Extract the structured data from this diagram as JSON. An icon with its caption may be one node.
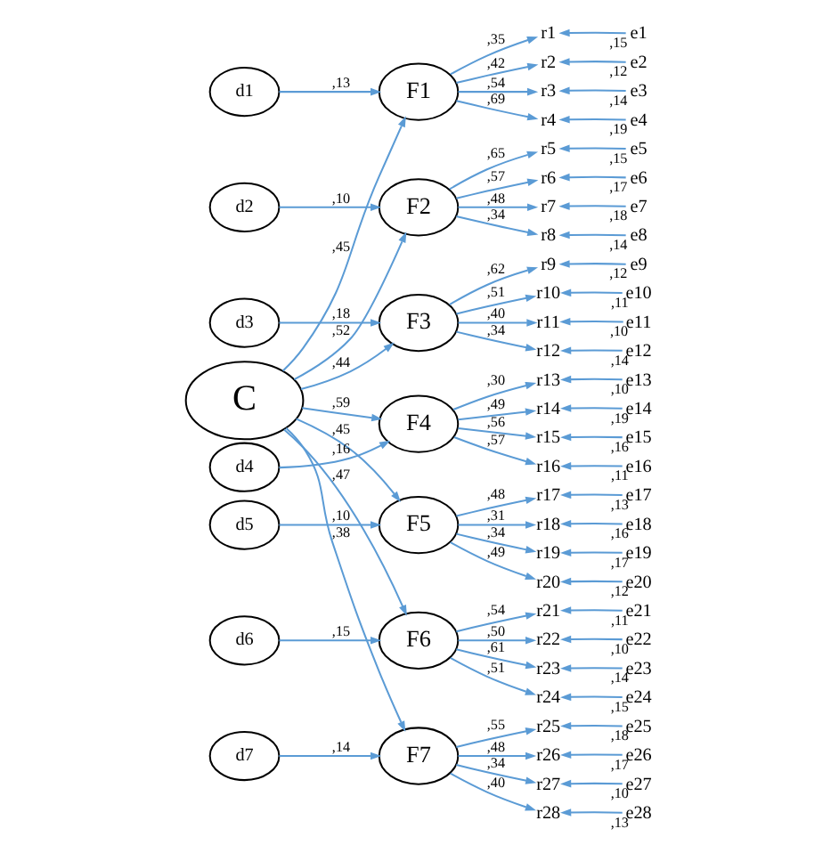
{
  "diagram": {
    "nodes": [
      {
        "text": [
          "C"
        ]
      },
      {
        "text": [
          "F1"
        ]
      },
      {
        "text": [
          "F2"
        ]
      },
      {
        "text": [
          "F3"
        ]
      },
      {
        "text": [
          "F4"
        ]
      },
      {
        "text": [
          "F5"
        ]
      },
      {
        "text": [
          "F6"
        ]
      },
      {
        "text": [
          "F7"
        ]
      },
      {
        "text": [
          "d1"
        ]
      },
      {
        "text": [
          "d2"
        ]
      },
      {
        "text": [
          "d3"
        ]
      },
      {
        "text": [
          "d4"
        ]
      },
      {
        "text": [
          "d5"
        ]
      },
      {
        "text": [
          "d6"
        ]
      },
      {
        "text": [
          "d7"
        ]
      },
      {
        "text": [
          "r1"
        ]
      },
      {
        "text": [
          "r2"
        ]
      },
      {
        "text": [
          "r3"
        ]
      },
      {
        "text": [
          "r4"
        ]
      },
      {
        "text": [
          "r5"
        ]
      },
      {
        "text": [
          "r6"
        ]
      },
      {
        "text": [
          "r7"
        ]
      },
      {
        "text": [
          "r8"
        ]
      },
      {
        "text": [
          "r9"
        ]
      },
      {
        "text": [
          "r10"
        ]
      },
      {
        "text": [
          "r11"
        ]
      },
      {
        "text": [
          "r12"
        ]
      },
      {
        "text": [
          "r13"
        ]
      },
      {
        "text": [
          "r14"
        ]
      },
      {
        "text": [
          "r15"
        ]
      },
      {
        "text": [
          "r16"
        ]
      },
      {
        "text": [
          "r17"
        ]
      },
      {
        "text": [
          "r18"
        ]
      },
      {
        "text": [
          "r19"
        ]
      },
      {
        "text": [
          "r20"
        ]
      },
      {
        "text": [
          "r21"
        ]
      },
      {
        "text": [
          "r22"
        ]
      },
      {
        "text": [
          "r23"
        ]
      },
      {
        "text": [
          "r24"
        ]
      },
      {
        "text": [
          "r25"
        ]
      },
      {
        "text": [
          "r26"
        ]
      },
      {
        "text": [
          "r27"
        ]
      },
      {
        "text": [
          "r28"
        ]
      },
      {
        "text": [
          "e1"
        ]
      },
      {
        "text": [
          "e2"
        ]
      },
      {
        "text": [
          "e3"
        ]
      },
      {
        "text": [
          "e4"
        ]
      },
      {
        "text": [
          "e5"
        ]
      },
      {
        "text": [
          "e6"
        ]
      },
      {
        "text": [
          "e7"
        ]
      },
      {
        "text": [
          "e8"
        ]
      },
      {
        "text": [
          "e9"
        ]
      },
      {
        "text": [
          "e10"
        ]
      },
      {
        "text": [
          "e11"
        ]
      },
      {
        "text": [
          "e12"
        ]
      },
      {
        "text": [
          "e13"
        ]
      },
      {
        "text": [
          "e14"
        ]
      },
      {
        "text": [
          "e15"
        ]
      },
      {
        "text": [
          "e16"
        ]
      },
      {
        "text": [
          "e17"
        ]
      },
      {
        "text": [
          "e18"
        ]
      },
      {
        "text": [
          "e19"
        ]
      },
      {
        "text": [
          "e20"
        ]
      },
      {
        "text": [
          "e21"
        ]
      },
      {
        "text": [
          "e22"
        ]
      },
      {
        "text": [
          "e23"
        ]
      },
      {
        "text": [
          "e24"
        ]
      },
      {
        "text": [
          "e25"
        ]
      },
      {
        "text": [
          "e26"
        ]
      },
      {
        "text": [
          "e27"
        ]
      },
      {
        "text": [
          "e28"
        ]
      }
    ],
    "edges": [
      {
        "from": 0,
        "to": 1,
        "arrow": "to",
        "label": ",45"
      },
      {
        "from": 0,
        "to": 2,
        "arrow": "to",
        "label": ",52"
      },
      {
        "from": 0,
        "to": 3,
        "arrow": "to",
        "label": ",44"
      },
      {
        "from": 0,
        "to": 4,
        "arrow": "to",
        "label": ",59"
      },
      {
        "from": 0,
        "to": 5,
        "arrow": "to",
        "label": ",45"
      },
      {
        "from": 0,
        "to": 6,
        "arrow": "to",
        "label": ",47"
      },
      {
        "from": 0,
        "to": 7,
        "arrow": "to",
        "label": ",38"
      },
      {
        "from": 8,
        "to": 1,
        "arrow": "to",
        "label": ",13"
      },
      {
        "from": 9,
        "to": 2,
        "arrow": "to",
        "label": ",10"
      },
      {
        "from": 10,
        "to": 3,
        "arrow": "to",
        "label": ",18"
      },
      {
        "from": 11,
        "to": 4,
        "arrow": "to",
        "label": ",16"
      },
      {
        "from": 12,
        "to": 5,
        "arrow": "to",
        "label": ",10"
      },
      {
        "from": 13,
        "to": 6,
        "arrow": "to",
        "label": ",15"
      },
      {
        "from": 14,
        "to": 7,
        "arrow": "to",
        "label": ",14"
      },
      {
        "from": 1,
        "to": 15,
        "arrow": "to",
        "label": ",35"
      },
      {
        "from": 1,
        "to": 16,
        "arrow": "to",
        "label": ",42"
      },
      {
        "from": 1,
        "to": 17,
        "arrow": "to",
        "label": ",54"
      },
      {
        "from": 1,
        "to": 18,
        "arrow": "to",
        "label": ",69"
      },
      {
        "from": 2,
        "to": 19,
        "arrow": "to",
        "label": ",65"
      },
      {
        "from": 2,
        "to": 20,
        "arrow": "to",
        "label": ",57"
      },
      {
        "from": 2,
        "to": 21,
        "arrow": "to",
        "label": ",48"
      },
      {
        "from": 2,
        "to": 22,
        "arrow": "to",
        "label": ",34"
      },
      {
        "from": 3,
        "to": 23,
        "arrow": "to",
        "label": ",62"
      },
      {
        "from": 3,
        "to": 24,
        "arrow": "to",
        "label": ",51"
      },
      {
        "from": 3,
        "to": 25,
        "arrow": "to",
        "label": ",40"
      },
      {
        "from": 3,
        "to": 26,
        "arrow": "to",
        "label": ",34"
      },
      {
        "from": 4,
        "to": 27,
        "arrow": "to",
        "label": ",30"
      },
      {
        "from": 4,
        "to": 28,
        "arrow": "to",
        "label": ",49"
      },
      {
        "from": 4,
        "to": 29,
        "arrow": "to",
        "label": ",56"
      },
      {
        "from": 4,
        "to": 30,
        "arrow": "to",
        "label": ",57"
      },
      {
        "from": 5,
        "to": 31,
        "arrow": "to",
        "label": ",48"
      },
      {
        "from": 5,
        "to": 32,
        "arrow": "to",
        "label": ",31"
      },
      {
        "from": 5,
        "to": 33,
        "arrow": "to",
        "label": ",34"
      },
      {
        "from": 5,
        "to": 34,
        "arrow": "to",
        "label": ",49"
      },
      {
        "from": 6,
        "to": 35,
        "arrow": "to",
        "label": ",54"
      },
      {
        "from": 6,
        "to": 36,
        "arrow": "to",
        "label": ",50"
      },
      {
        "from": 6,
        "to": 37,
        "arrow": "to",
        "label": ",61"
      },
      {
        "from": 6,
        "to": 38,
        "arrow": "to",
        "label": ",51"
      },
      {
        "from": 7,
        "to": 39,
        "arrow": "to",
        "label": ",55"
      },
      {
        "from": 7,
        "to": 40,
        "arrow": "to",
        "label": ",48"
      },
      {
        "from": 7,
        "to": 41,
        "arrow": "to",
        "label": ",34"
      },
      {
        "from": 7,
        "to": 42,
        "arrow": "to",
        "label": ",40"
      },
      {
        "from": 43,
        "to": 15,
        "arrow": "to",
        "label": ",15"
      },
      {
        "from": 44,
        "to": 16,
        "arrow": "to",
        "label": ",12"
      },
      {
        "from": 45,
        "to": 17,
        "arrow": "to",
        "label": ",14"
      },
      {
        "from": 46,
        "to": 18,
        "arrow": "to",
        "label": ",19"
      },
      {
        "from": 47,
        "to": 19,
        "arrow": "to",
        "label": ",15"
      },
      {
        "from": 48,
        "to": 20,
        "arrow": "to",
        "label": ",17"
      },
      {
        "from": 49,
        "to": 21,
        "arrow": "to",
        "label": ",18"
      },
      {
        "from": 50,
        "to": 22,
        "arrow": "to",
        "label": ",14"
      },
      {
        "from": 51,
        "to": 23,
        "arrow": "to",
        "label": ",12"
      },
      {
        "from": 52,
        "to": 24,
        "arrow": "to",
        "label": ",11"
      },
      {
        "from": 53,
        "to": 25,
        "arrow": "to",
        "label": ",10"
      },
      {
        "from": 54,
        "to": 26,
        "arrow": "to",
        "label": ",14"
      },
      {
        "from": 55,
        "to": 27,
        "arrow": "to",
        "label": ",10"
      },
      {
        "from": 56,
        "to": 28,
        "arrow": "to",
        "label": ",19"
      },
      {
        "from": 57,
        "to": 29,
        "arrow": "to",
        "label": ",16"
      },
      {
        "from": 58,
        "to": 30,
        "arrow": "to",
        "label": ",11"
      },
      {
        "from": 59,
        "to": 31,
        "arrow": "to",
        "label": ",13"
      },
      {
        "from": 60,
        "to": 32,
        "arrow": "to",
        "label": ",16"
      },
      {
        "from": 61,
        "to": 33,
        "arrow": "to",
        "label": ",17"
      },
      {
        "from": 62,
        "to": 34,
        "arrow": "to",
        "label": ",12"
      },
      {
        "from": 63,
        "to": 35,
        "arrow": "to",
        "label": ",11"
      },
      {
        "from": 64,
        "to": 36,
        "arrow": "to",
        "label": ",10"
      },
      {
        "from": 65,
        "to": 37,
        "arrow": "to",
        "label": ",14"
      },
      {
        "from": 66,
        "to": 38,
        "arrow": "to",
        "label": ",15"
      },
      {
        "from": 67,
        "to": 39,
        "arrow": "to",
        "label": ",18"
      },
      {
        "from": 68,
        "to": 40,
        "arrow": "to",
        "label": ",17"
      },
      {
        "from": 69,
        "to": 41,
        "arrow": "to",
        "label": ",10"
      },
      {
        "from": 70,
        "to": 42,
        "arrow": "to",
        "label": ",13"
      }
    ]
  }
}
